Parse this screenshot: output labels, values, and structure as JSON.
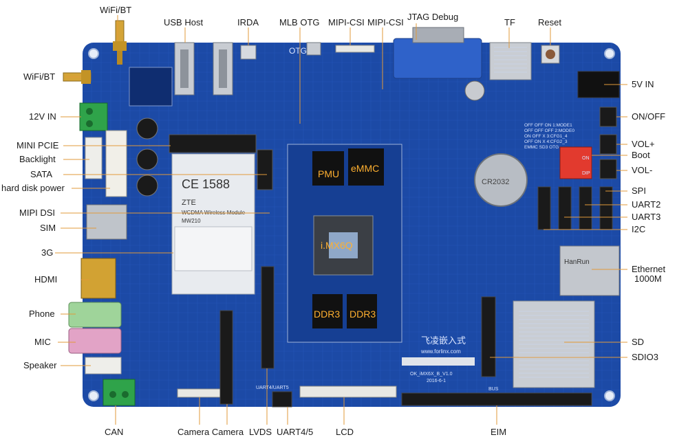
{
  "labels": {
    "wifi_top": "WiFi/BT",
    "usb_host": "USB Host",
    "irda": "IRDA",
    "mlb_otg": "MLB OTG",
    "mipi_csi_1": "MIPI-CSI",
    "mipi_csi_2": "MIPI-CSI",
    "jtag": "JTAG Debug",
    "tf": "TF",
    "reset": "Reset",
    "wifi_left": "WiFi/BT",
    "power_12v": "12V IN",
    "mini_pcie": "MINI PCIE",
    "backlight": "Backlight",
    "sata": "SATA",
    "hdd_power": "hard disk power",
    "mipi_dsi": "MIPI DSI",
    "sim": "SIM",
    "three_g": "3G",
    "hdmi": "HDMI",
    "phone": "Phone",
    "mic": "MIC",
    "speaker": "Speaker",
    "can": "CAN",
    "camera": "Camera Camera",
    "lvds": "LVDS",
    "uart45": "UART4/5",
    "lcd": "LCD",
    "eim": "EIM",
    "power_5v": "5V IN",
    "on_off": "ON/OFF",
    "vol_plus": "VOL+",
    "boot": "Boot",
    "vol_minus": "VOL-",
    "spi": "SPI",
    "uart2": "UART2",
    "uart3": "UART3",
    "i2c": "I2C",
    "ethernet": "Ethernet",
    "ethernet_speed": "1000M",
    "sd": "SD",
    "sdio3": "SDIO3"
  },
  "chips": {
    "pmu": "PMU",
    "emmc": "eMMC",
    "cpu": "i.MX6Q",
    "ddr3_a": "DDR3",
    "ddr3_b": "DDR3"
  },
  "silkscreen": {
    "otg": "OTG",
    "module_ce": "CE 1588",
    "module_brand": "ZTE",
    "module_name": "WCDMA Wireless Module",
    "module_model": "MW210",
    "battery": "CR2032",
    "rj45_brand": "HanRun",
    "brand_logo": "飞凌嵌入式",
    "brand_url": "www.forlinx.com",
    "board_rev": "OK_iMX6X_B_V1.0",
    "board_date": "2016-6-1",
    "dip_on": "ON",
    "dip_label": "DIP",
    "switch_table_1": "OFF OFF ON  1:MODE1",
    "switch_table_2": "OFF OFF OFF 2:MODE0",
    "switch_table_3": "ON  OFF X   3:CFG1_4",
    "switch_table_4": "OFF ON  X   4:CFG2_3",
    "switch_table_5": "EMMC SD3 OTG",
    "bus_label": "BUS",
    "uart_silk": "UART4/UART5"
  },
  "colors": {
    "pcb": "#1c4aa6",
    "pcb_dark": "#143a8a",
    "silk": "#dbe6ff",
    "leader": "#e29a3a",
    "chip_text": "#ffb030"
  }
}
